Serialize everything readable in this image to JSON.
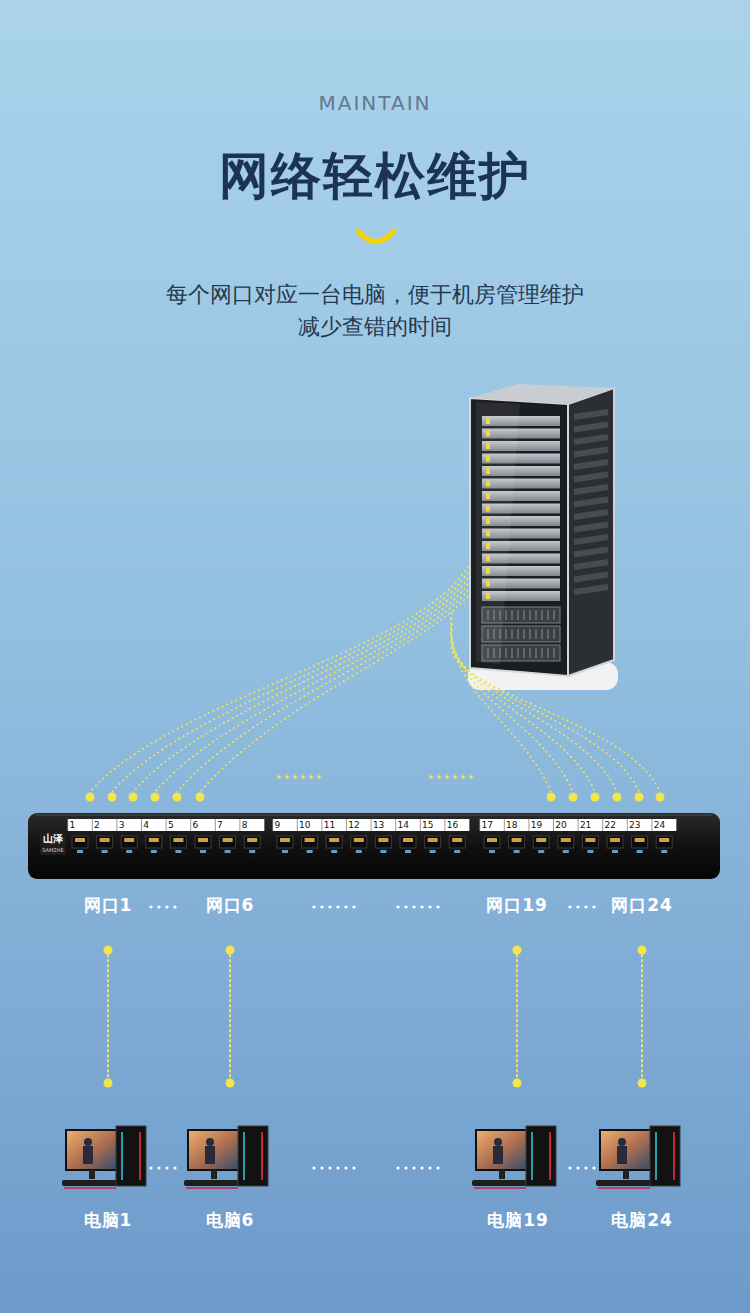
{
  "diagram": {
    "title": "网络轻松维护",
    "caption": "每个网口对应一台电脑，便于机房管理维护 减少查错的时间",
    "nodes": [
      {
        "text": [
          "网口1"
        ]
      },
      {
        "text": [
          "网口6"
        ]
      },
      {
        "text": [
          "网口19"
        ]
      },
      {
        "text": [
          "网口24"
        ]
      },
      {
        "text": [
          "电脑1"
        ]
      },
      {
        "text": [
          "电脑6"
        ]
      },
      {
        "text": [
          "电脑19"
        ]
      },
      {
        "text": [
          "电脑24"
        ]
      }
    ],
    "edges": [
      {
        "from": 0,
        "to": 4,
        "arrow": "none"
      },
      {
        "from": 1,
        "to": 5,
        "arrow": "none"
      },
      {
        "from": 2,
        "to": 6,
        "arrow": "none"
      },
      {
        "from": 3,
        "to": 7,
        "arrow": "none"
      }
    ],
    "labels": [
      "MAINTAIN",
      "1",
      "2",
      "3",
      "4",
      "5",
      "6",
      "7",
      "8",
      "9",
      "10",
      "11",
      "12",
      "13",
      "14",
      "15",
      "16",
      "17",
      "18",
      "19",
      "20",
      "21",
      "22",
      "23",
      "24",
      "山泽",
      "SAMZHE"
    ]
  }
}
